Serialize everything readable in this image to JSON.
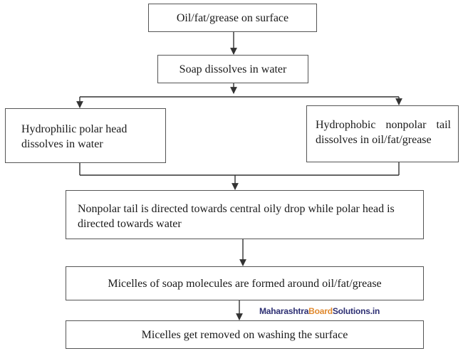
{
  "flowchart": {
    "step_1": "Oil/fat/grease on surface",
    "step_2": "Soap dissolves in water",
    "branch_left": "Hydrophilic polar head dissolves in water",
    "branch_right": "Hydrophobic nonpolar tail dissolves in oil/fat/grease",
    "step_3": "Nonpolar tail is directed towards central oily drop while polar head is directed towards water",
    "step_4": "Micelles of soap molecules are formed around oil/fat/grease",
    "step_5": "Micelles get removed on washing the surface"
  },
  "watermark": {
    "part_1": "Maharashtra",
    "part_2": "Board",
    "part_3": "Solutions.in"
  },
  "colors": {
    "box_border": "#555555",
    "arrow": "#333333",
    "watermark_text": "#2d2f73",
    "watermark_accent": "#e0892e"
  }
}
